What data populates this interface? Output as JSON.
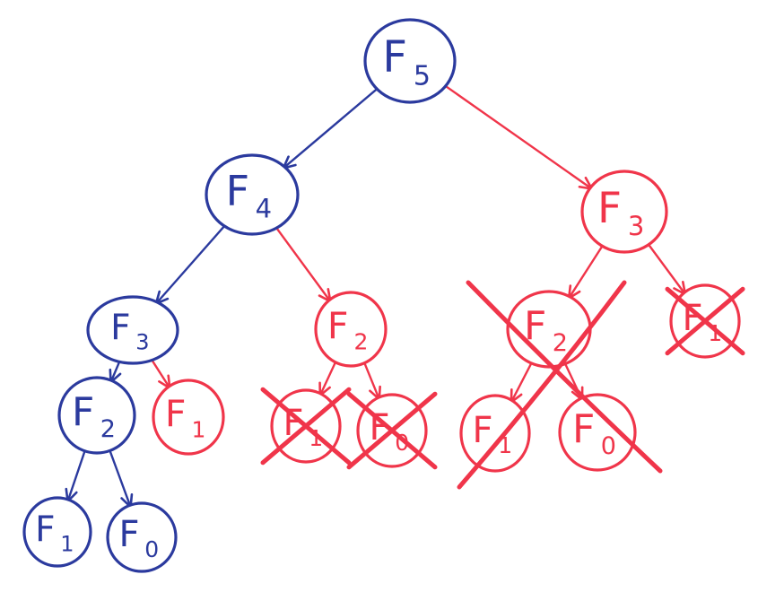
{
  "colors": {
    "computed": "#2b3a9e",
    "memoized": "#f0354a"
  },
  "tree": {
    "nodes": [
      {
        "id": "n1",
        "letter": "F",
        "sub": "5",
        "status": "computed",
        "crossed": false
      },
      {
        "id": "n2",
        "letter": "F",
        "sub": "4",
        "status": "computed",
        "crossed": false
      },
      {
        "id": "n3",
        "letter": "F",
        "sub": "3",
        "status": "memoized",
        "crossed": false
      },
      {
        "id": "n4",
        "letter": "F",
        "sub": "3",
        "status": "computed",
        "crossed": false
      },
      {
        "id": "n5",
        "letter": "F",
        "sub": "2",
        "status": "memoized",
        "crossed": false
      },
      {
        "id": "n6",
        "letter": "F",
        "sub": "2",
        "status": "computed",
        "crossed": false
      },
      {
        "id": "n7",
        "letter": "F",
        "sub": "1",
        "status": "memoized",
        "crossed": false
      },
      {
        "id": "n8",
        "letter": "F",
        "sub": "1",
        "status": "computed",
        "crossed": false
      },
      {
        "id": "n9",
        "letter": "F",
        "sub": "0",
        "status": "computed",
        "crossed": false
      },
      {
        "id": "n10",
        "letter": "F",
        "sub": "1",
        "status": "memoized",
        "crossed": true
      },
      {
        "id": "n11",
        "letter": "F",
        "sub": "0",
        "status": "memoized",
        "crossed": true
      },
      {
        "id": "n12",
        "letter": "F",
        "sub": "2",
        "status": "memoized",
        "crossed": false
      },
      {
        "id": "n13",
        "letter": "F",
        "sub": "1",
        "status": "memoized",
        "crossed": true
      },
      {
        "id": "n14",
        "letter": "F",
        "sub": "1",
        "status": "memoized",
        "crossed": false
      },
      {
        "id": "n15",
        "letter": "F",
        "sub": "0",
        "status": "memoized",
        "crossed": false
      }
    ],
    "edges": [
      {
        "from": "n1",
        "to": "n2",
        "status": "computed"
      },
      {
        "from": "n1",
        "to": "n3",
        "status": "memoized"
      },
      {
        "from": "n2",
        "to": "n4",
        "status": "computed"
      },
      {
        "from": "n2",
        "to": "n5",
        "status": "memoized"
      },
      {
        "from": "n4",
        "to": "n6",
        "status": "computed"
      },
      {
        "from": "n4",
        "to": "n7",
        "status": "memoized"
      },
      {
        "from": "n6",
        "to": "n8",
        "status": "computed"
      },
      {
        "from": "n6",
        "to": "n9",
        "status": "computed"
      },
      {
        "from": "n5",
        "to": "n10",
        "status": "memoized"
      },
      {
        "from": "n5",
        "to": "n11",
        "status": "memoized"
      },
      {
        "from": "n3",
        "to": "n12",
        "status": "memoized"
      },
      {
        "from": "n3",
        "to": "n13",
        "status": "memoized"
      },
      {
        "from": "n12",
        "to": "n14",
        "status": "memoized"
      },
      {
        "from": "n12",
        "to": "n15",
        "status": "memoized"
      }
    ],
    "big_crosses": [
      {
        "over": "n12",
        "status": "memoized"
      }
    ]
  }
}
